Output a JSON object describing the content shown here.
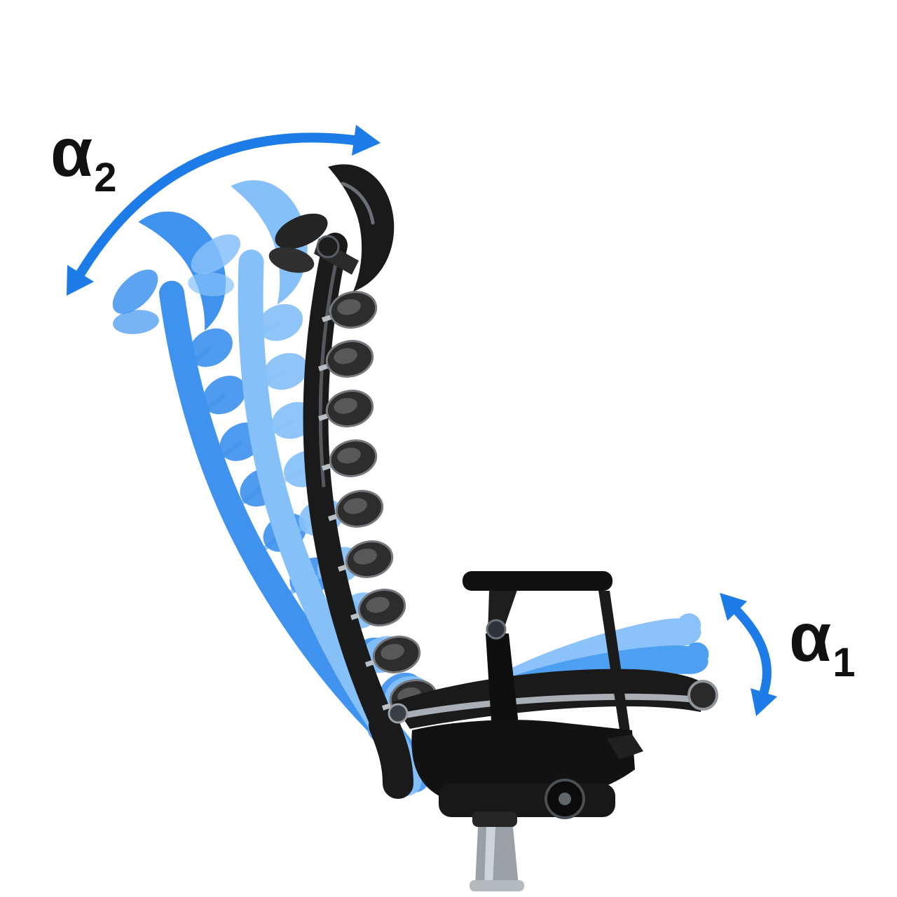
{
  "diagram": {
    "labels": {
      "backrest_angle": {
        "symbol": "α",
        "subscript": "2"
      },
      "seat_angle": {
        "symbol": "α",
        "subscript": "1"
      }
    },
    "colors": {
      "arrow_blue": "#1E7CE8",
      "ghost_far": "#3F93EF",
      "ghost_near": "#86C0F9",
      "ghost_seat_upper": "#8AC2F9",
      "ghost_seat_lower": "#4D9FF2",
      "chair_black": "#1A1A1A",
      "chrome": "#A9AFB5",
      "background": "#FFFFFF",
      "label_text": "#111111"
    },
    "icons": {
      "backrest_recline_arrow": "curved-arc-double-arrow",
      "seat_tilt_arrow": "curved-arc-double-arrow"
    }
  }
}
